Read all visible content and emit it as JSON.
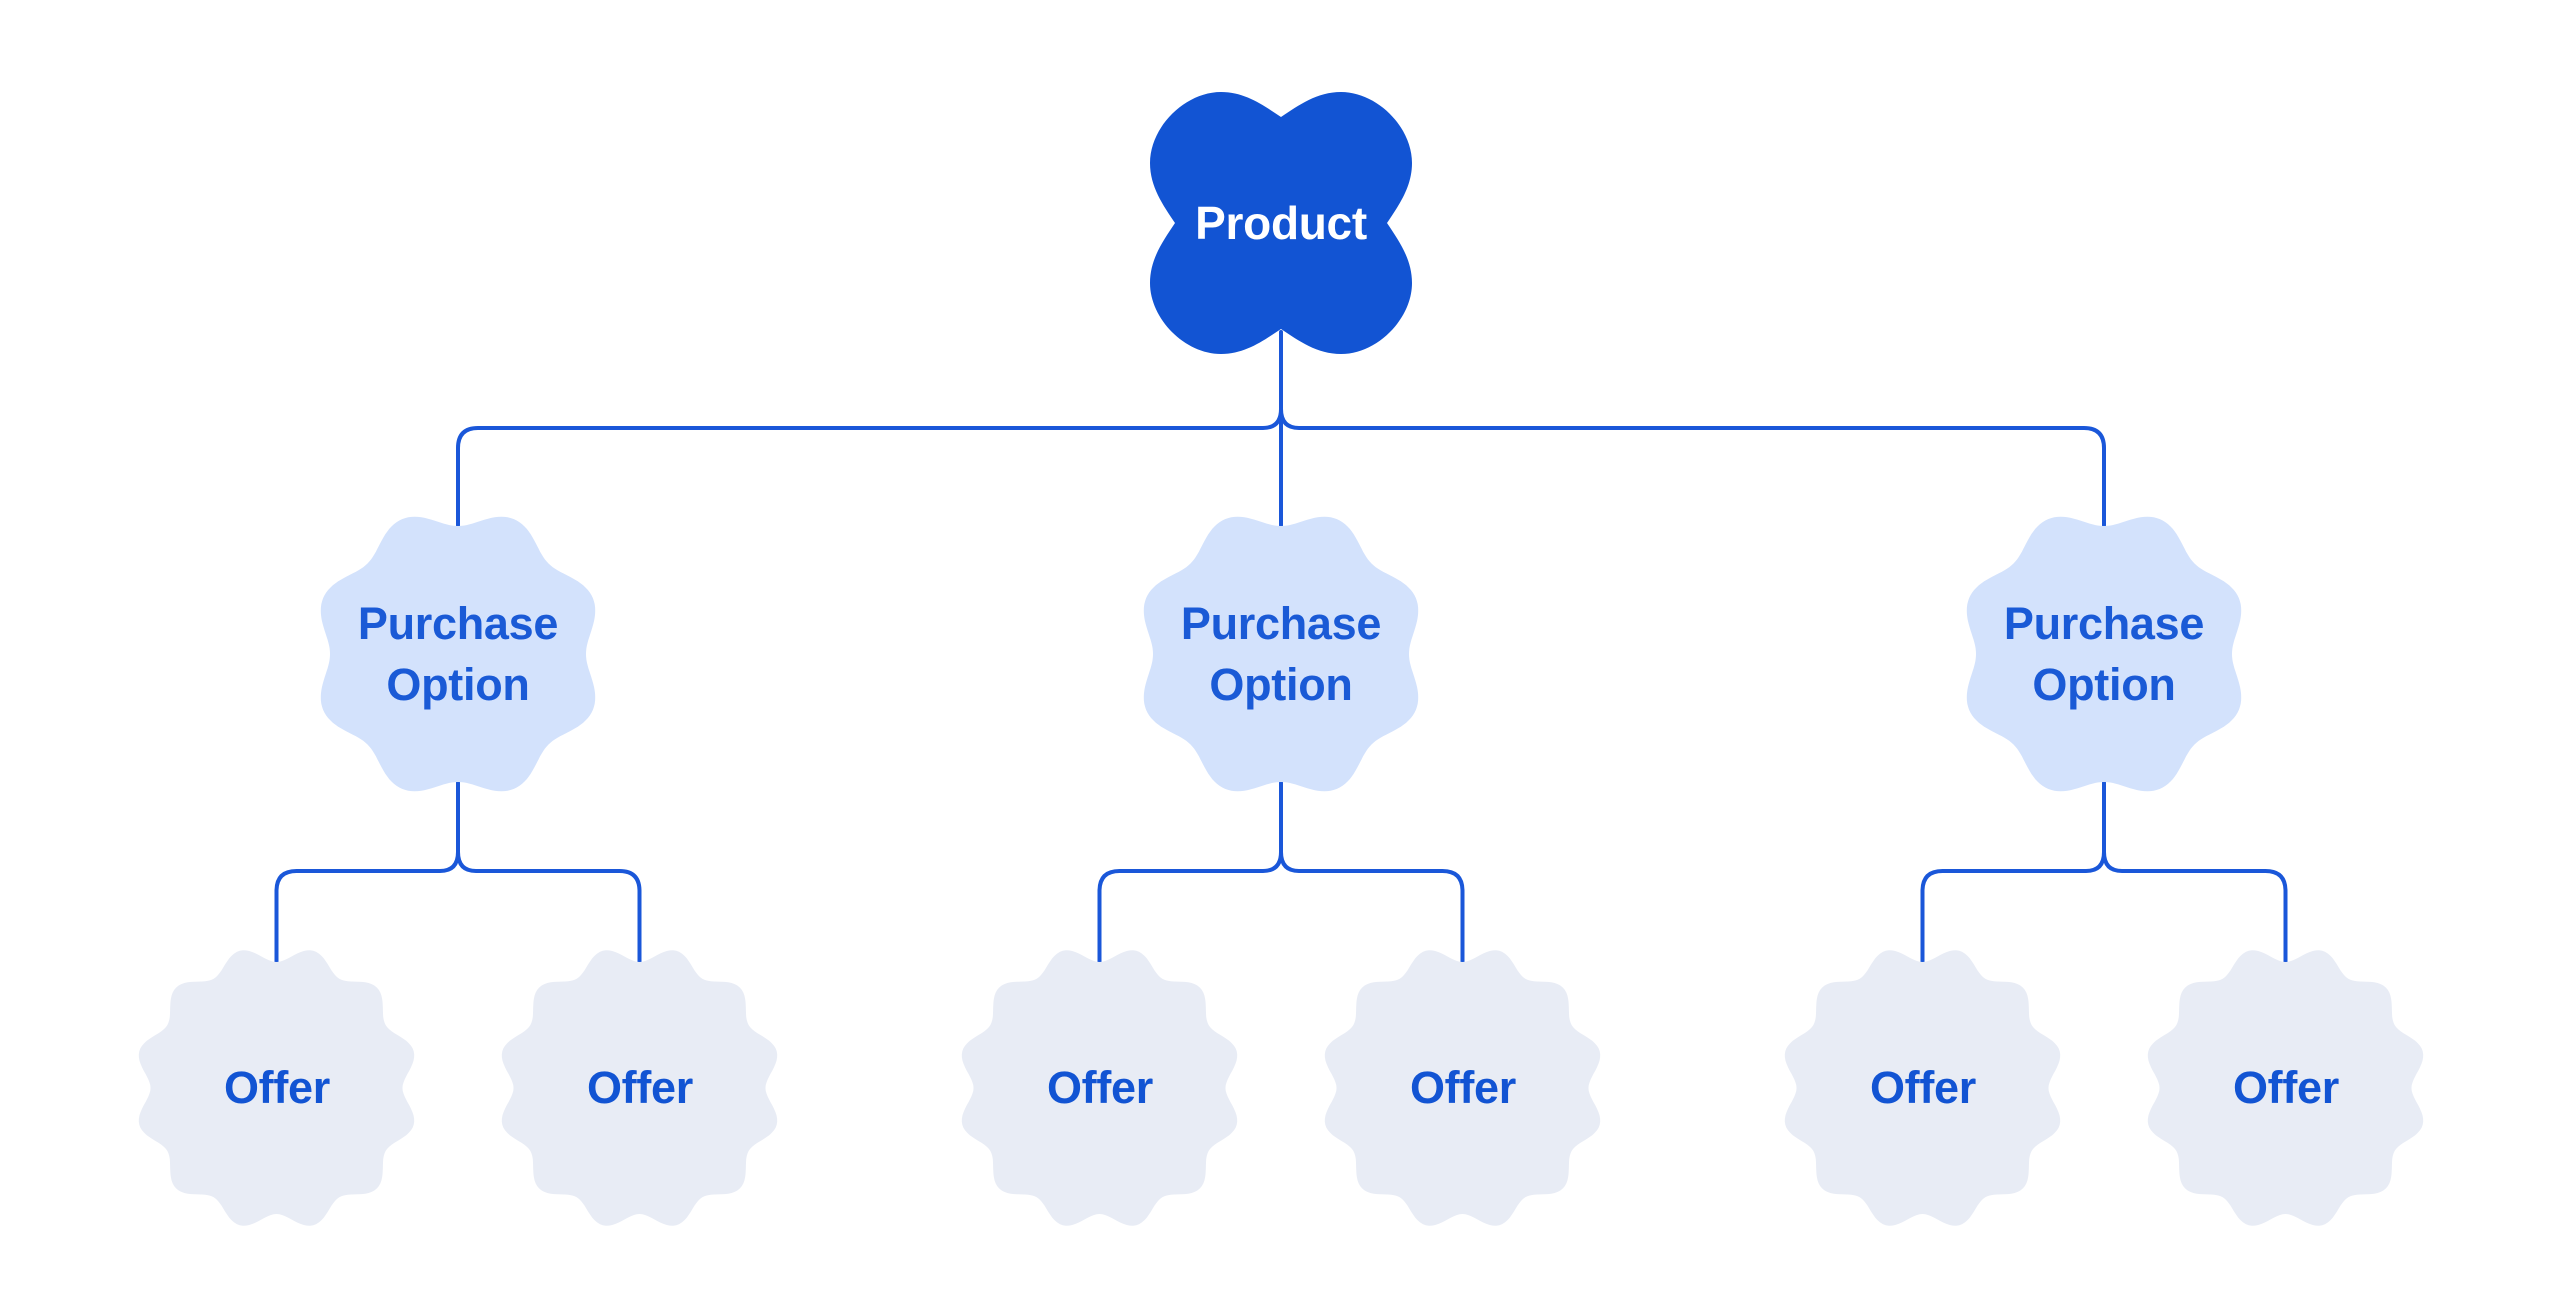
{
  "tree": {
    "root": {
      "label": "Product",
      "children": [
        {
          "label": "Purchase Option",
          "children": [
            {
              "label": "Offer"
            },
            {
              "label": "Offer"
            }
          ]
        },
        {
          "label": "Purchase Option",
          "children": [
            {
              "label": "Offer"
            },
            {
              "label": "Offer"
            }
          ]
        },
        {
          "label": "Purchase Option",
          "children": [
            {
              "label": "Offer"
            },
            {
              "label": "Offer"
            }
          ]
        }
      ]
    }
  },
  "colors": {
    "background": "#ffffff",
    "connector": "#1a57d9",
    "product_fill": "#1254d3",
    "product_text": "#ffffff",
    "purchase_option_fill": "#d3e2fc",
    "purchase_option_text": "#1a5ad6",
    "offer_fill": "#e8ecf5",
    "offer_text": "#1254d3"
  }
}
